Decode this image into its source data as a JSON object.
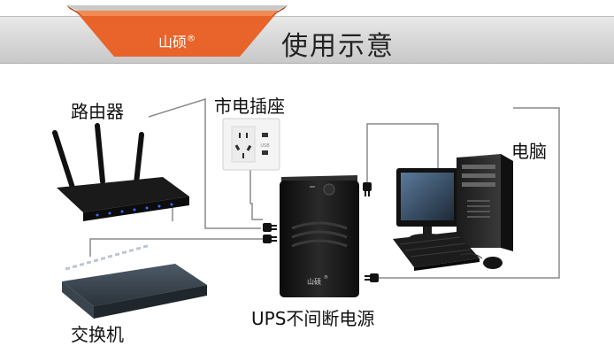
{
  "header": {
    "title": "使用示意",
    "brand": "山硕",
    "brand_mark": "®"
  },
  "labels": {
    "router": "路由器",
    "outlet": "市电插座",
    "computer": "电脑",
    "switch": "交换机",
    "ups": "UPS不间断电源"
  },
  "ups_front": {
    "brand": "山硕",
    "brand_mark": "®"
  },
  "colors": {
    "banner_orange": "#e8642a",
    "cable": "#8a8a8a",
    "ups_body": "#141414"
  }
}
